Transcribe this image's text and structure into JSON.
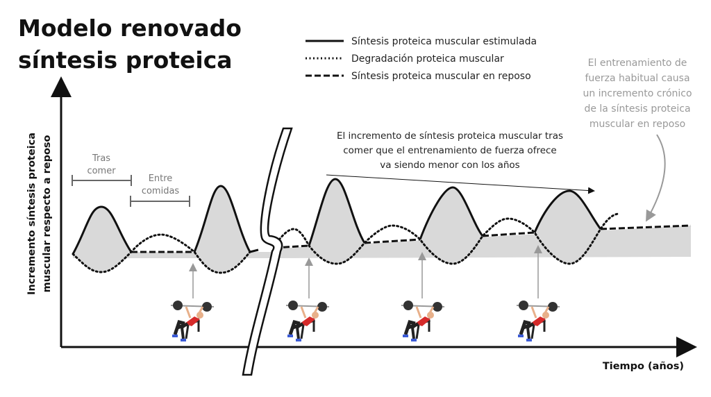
{
  "title": {
    "line1": "Modelo renovado",
    "line2": "síntesis proteica"
  },
  "legend": [
    {
      "style": "solid",
      "label": "Síntesis proteica muscular estimulada"
    },
    {
      "style": "dotted",
      "label": "Degradación proteica muscular"
    },
    {
      "style": "dashed",
      "label": "Síntesis proteica muscular en reposo"
    }
  ],
  "axes": {
    "y_label_line1": "Incremento síntesis proteica",
    "y_label_line2": "muscular respecto a reposo",
    "x_label": "Tiempo (años)"
  },
  "brackets": {
    "after_eating": {
      "line1": "Tras",
      "line2": "comer"
    },
    "between_meals": {
      "line1": "Entre",
      "line2": "comidas"
    }
  },
  "annotation_trend": {
    "line1": "El incremento de síntesis proteica muscular tras",
    "line2": "comer que el entrenamiento de fuerza ofrece",
    "line3": "va siendo menor con los años"
  },
  "annotation_chronic": {
    "line1": "El entrenamiento de",
    "line2": "fuerza habitual causa",
    "line3": "un incremento crónico",
    "line4": "de la síntesis proteica",
    "line5": "muscular en reposo"
  },
  "colors": {
    "fill": "#d9d9d9",
    "line": "#111111",
    "annotation_gray": "#999999",
    "shirt": "#d62b2b"
  }
}
